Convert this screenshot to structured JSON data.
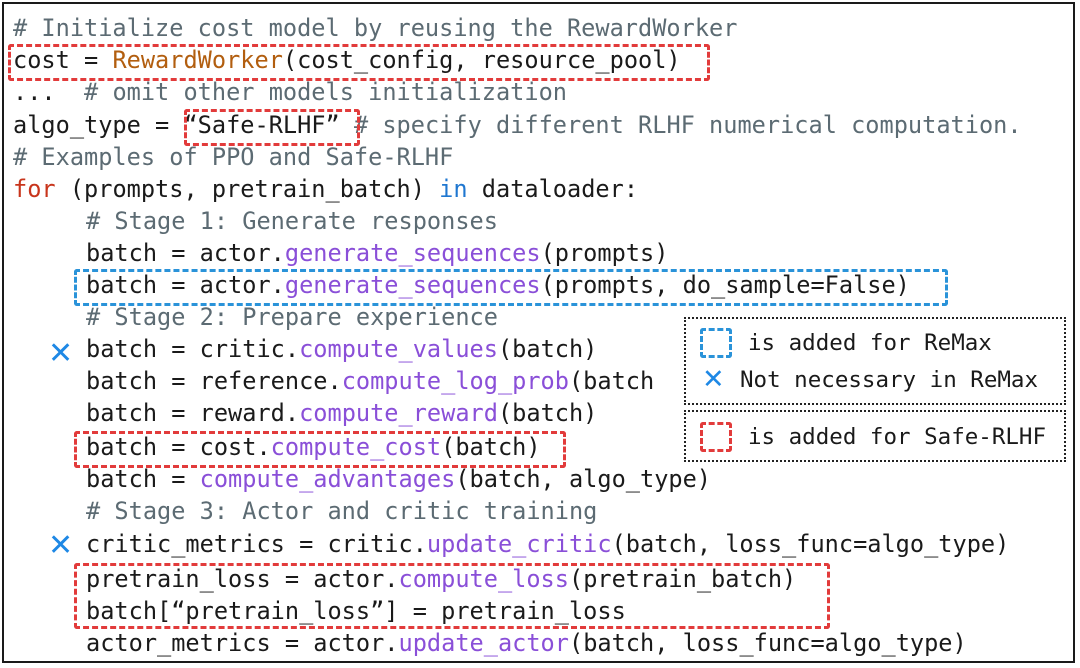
{
  "lines": [
    {
      "parts": [
        {
          "t": "# Initialize cost model by reusing the RewardWorker",
          "c": "cm"
        }
      ]
    },
    {
      "parts": [
        {
          "t": "cost = ",
          "c": ""
        },
        {
          "t": "RewardWorker",
          "c": "cls"
        },
        {
          "t": "(cost_config, resource_pool)",
          "c": ""
        }
      ]
    },
    {
      "parts": [
        {
          "t": "...  ",
          "c": ""
        },
        {
          "t": "# omit other models initialization",
          "c": "cm"
        }
      ]
    },
    {
      "parts": [
        {
          "t": "algo_type = ",
          "c": ""
        },
        {
          "t": "“Safe-RLHF”",
          "c": ""
        },
        {
          "t": " # specify different RLHF numerical computation.",
          "c": "cm"
        }
      ]
    },
    {
      "parts": [
        {
          "t": "# Examples of PPO and Safe-RLHF",
          "c": "cm"
        }
      ]
    },
    {
      "parts": [
        {
          "t": "for",
          "c": "kw"
        },
        {
          "t": " (prompts, pretrain_batch) ",
          "c": ""
        },
        {
          "t": "in",
          "c": "kb"
        },
        {
          "t": " dataloader:",
          "c": ""
        }
      ]
    },
    {
      "parts": [
        {
          "t": "# Stage 1: Generate responses",
          "c": "cm"
        }
      ]
    },
    {
      "parts": [
        {
          "t": "batch = actor.",
          "c": ""
        },
        {
          "t": "generate_sequences",
          "c": "fn"
        },
        {
          "t": "(prompts)",
          "c": ""
        }
      ]
    },
    {
      "parts": [
        {
          "t": "batch = actor.",
          "c": ""
        },
        {
          "t": "generate_sequences",
          "c": "fn"
        },
        {
          "t": "(prompts, do_sample=False)",
          "c": ""
        }
      ]
    },
    {
      "parts": [
        {
          "t": "# Stage 2: Prepare experience",
          "c": "cm"
        }
      ]
    },
    {
      "parts": [
        {
          "t": "batch = critic.",
          "c": ""
        },
        {
          "t": "compute_values",
          "c": "fn"
        },
        {
          "t": "(batch)",
          "c": ""
        }
      ]
    },
    {
      "parts": [
        {
          "t": "batch = reference.",
          "c": ""
        },
        {
          "t": "compute_log_prob",
          "c": "fn"
        },
        {
          "t": "(batch",
          "c": ""
        }
      ]
    },
    {
      "parts": [
        {
          "t": "batch = reward.",
          "c": ""
        },
        {
          "t": "compute_reward",
          "c": "fn"
        },
        {
          "t": "(batch)",
          "c": ""
        }
      ]
    },
    {
      "parts": [
        {
          "t": "batch = cost.",
          "c": ""
        },
        {
          "t": "compute_cost",
          "c": "fn"
        },
        {
          "t": "(batch)",
          "c": ""
        }
      ]
    },
    {
      "parts": [
        {
          "t": "batch = ",
          "c": ""
        },
        {
          "t": "compute_advantages",
          "c": "fn"
        },
        {
          "t": "(batch, algo_type)",
          "c": ""
        }
      ]
    },
    {
      "parts": [
        {
          "t": "# Stage 3: Actor and critic training",
          "c": "cm"
        }
      ]
    },
    {
      "parts": [
        {
          "t": "critic_metrics = critic.",
          "c": ""
        },
        {
          "t": "update_critic",
          "c": "fn"
        },
        {
          "t": "(batch, loss_func=algo_type)",
          "c": ""
        }
      ]
    },
    {
      "parts": [
        {
          "t": "pretrain_loss = actor.",
          "c": ""
        },
        {
          "t": "compute_loss",
          "c": "fn"
        },
        {
          "t": "(pretrain_batch)",
          "c": ""
        }
      ]
    },
    {
      "parts": [
        {
          "t": "batch[“pretrain_loss”] = pretrain_loss",
          "c": ""
        }
      ]
    },
    {
      "parts": [
        {
          "t": "actor_metrics = actor.",
          "c": ""
        },
        {
          "t": "update_actor",
          "c": "fn"
        },
        {
          "t": "(batch, loss_func=algo_type)",
          "c": ""
        }
      ]
    }
  ],
  "marks": {
    "cross": "✕"
  },
  "legend": {
    "remax_added": "is added for ReMax",
    "remax_not_necessary": "Not necessary in ReMax",
    "safe_rlhf_added": "is added for Safe-RLHF"
  },
  "colors": {
    "red_box": "#e23b3b",
    "blue_box": "#2a93d9",
    "cross": "#1e88e5",
    "keyword": "#c8351c",
    "function": "#8a4fd8",
    "class": "#b25e0f",
    "comment": "#5c6b73"
  }
}
